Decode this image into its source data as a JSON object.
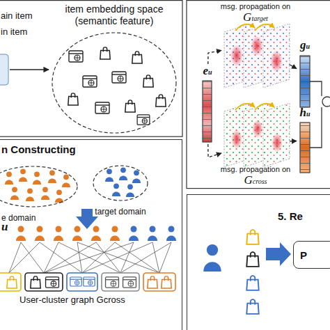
{
  "diagram": {
    "nodes": [
      {
        "text": [
          "item embedding space (semantic feature)"
        ]
      },
      {
        "text": [
          "eu"
        ]
      },
      {
        "text": [
          "msg. propagation on",
          "Gtarget"
        ]
      },
      {
        "text": [
          "gu"
        ]
      },
      {
        "text": [
          "msg. propagation on",
          "Gcross"
        ]
      },
      {
        "text": [
          "hu"
        ]
      },
      {
        "text": [
          "n Constructing"
        ]
      },
      {
        "text": [
          "e domain"
        ],
        "in": 6
      },
      {
        "text": [
          "target domain"
        ],
        "in": 6
      },
      {
        "text": [
          "5. Re"
        ]
      },
      {
        "text": [
          "P"
        ],
        "in": 9
      }
    ],
    "edges": [
      {
        "from": 1,
        "to": 2,
        "arrow": "to"
      },
      {
        "from": 1,
        "to": 4,
        "arrow": "to"
      },
      {
        "from": 2,
        "to": 3,
        "arrow": "to"
      },
      {
        "from": 4,
        "to": 5,
        "arrow": "to"
      }
    ],
    "labels": [
      "ain item",
      "in item",
      "u",
      "User-cluster graph Gcross"
    ]
  }
}
